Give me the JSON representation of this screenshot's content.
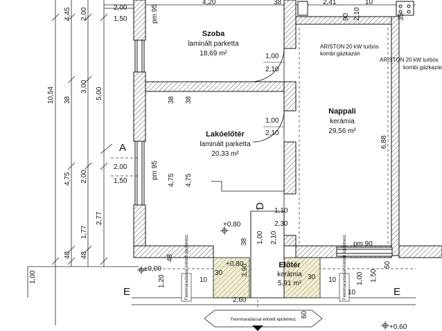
{
  "rooms": {
    "szoba": {
      "name": "Szoba",
      "floor": "laminált parketta",
      "area": "18,69 m²"
    },
    "lakoeloter": {
      "name": "Lakóelőtér",
      "floor": "laminált parketta",
      "area": "20,33 m²"
    },
    "nappali": {
      "name": "Nappali",
      "floor": "kerámia",
      "area": "29,56 m²"
    },
    "eloter": {
      "name": "Előtér",
      "floor": "kerámia",
      "area": "5,91 m²"
    }
  },
  "boiler": {
    "line1": "ARISTON 20 kW turbós",
    "line2": "kombi gázkazán"
  },
  "boiler2": {
    "line1": "ARISTON 20 kW turbós",
    "line2": "kombi gázkazán"
  },
  "section_marks": {
    "a": "A",
    "d": "D",
    "e_left": "E",
    "e_right": "E"
  },
  "levels": {
    "l1": "+0,80",
    "l2": "±0,00",
    "l3": "+0,80",
    "l4": "+0,60"
  },
  "labels": {
    "pm_top": "pm 95",
    "pm_mid": "pm 95",
    "pm_bottom": "pm 90",
    "banner": "Fennmaradással érintett épületrész",
    "vertical_tag": "Fennmaradással érintett épületrész"
  },
  "dims": {
    "d_445": "4,45",
    "d_200a": "2,00",
    "d_150a": "1,50",
    "d_420": "4,20",
    "d_38top": "38",
    "d_241": "2,41",
    "d_90": "90",
    "d_210top": "2,10",
    "d_10": "10",
    "d_35": "35",
    "d_1054": "10,54",
    "d_38left": "38",
    "d_300": "3,00",
    "d_500": "5,00",
    "d_475a": "4,75",
    "d_200b": "2,00",
    "d_277": "2,77",
    "d_177": "1,77",
    "d_48a": "48",
    "d_48b": "48",
    "d_100left": "1,00",
    "d_200mid": "2,00",
    "d_150mid": "1,50",
    "d_38m1": "38",
    "d_38m2": "38",
    "d_475m1": "4,75",
    "d_475m2": "4,75",
    "d_100door1": "1,00",
    "d_210door1": "2,10",
    "d_100door2": "1,00",
    "d_210door2": "2,10",
    "d_688": "6,88",
    "d_110": "1,10",
    "d_230": "2,30",
    "d_100v": "1,00",
    "d_210v": "2,10",
    "d_38v": "38",
    "d_48c": "48",
    "d_120": "1,20",
    "d_10b": "10",
    "d_30a": "30",
    "d_390": "3,90",
    "d_260": "2,60",
    "d_60": "60",
    "d_30b": "30",
    "d_10c": "10",
    "d_150b": "1,50",
    "d_100b": "1,00",
    "d_50": "50",
    "d_10d": "10"
  }
}
